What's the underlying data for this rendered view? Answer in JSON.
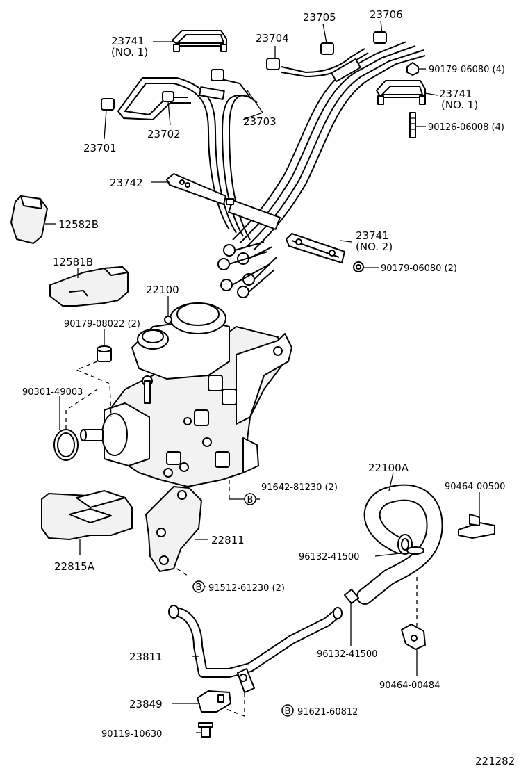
{
  "diagram_id": "221282",
  "symbols": {
    "bolt_marker": "B"
  },
  "labels": {
    "p23705": "23705",
    "p23706": "23706",
    "p23704": "23704",
    "p23741_top": "23741",
    "p23741_top_sub": "(NO. 1)",
    "p23741_right": "23741",
    "p23741_right_sub": "(NO. 1)",
    "p90179_06080_a": "90179-06080 (4)",
    "p90126_06008": "90126-06008 (4)",
    "p23703": "23703",
    "p23702": "23702",
    "p23701": "23701",
    "p23742": "23742",
    "p12582B": "12582B",
    "p23741_mid": "23741",
    "p23741_mid_sub": "(NO. 2)",
    "p90179_06080_b": "90179-06080 (2)",
    "p12581B": "12581B",
    "p22100": "22100",
    "p90179_08022": "90179-08022 (2)",
    "p90301_49003": "90301-49003",
    "p22100A": "22100A",
    "p90464_00500": "90464-00500",
    "p91642_81230": "91642-81230 (2)",
    "p22811": "22811",
    "p22815A": "22815A",
    "p96132_41500_a": "96132-41500",
    "p91512_61230": "91512-61230 (2)",
    "p23811": "23811",
    "p96132_41500_b": "96132-41500",
    "p90464_00484": "90464-00484",
    "p23849": "23849",
    "p91621_60812": "91621-60812",
    "p90119_10630": "90119-10630"
  }
}
